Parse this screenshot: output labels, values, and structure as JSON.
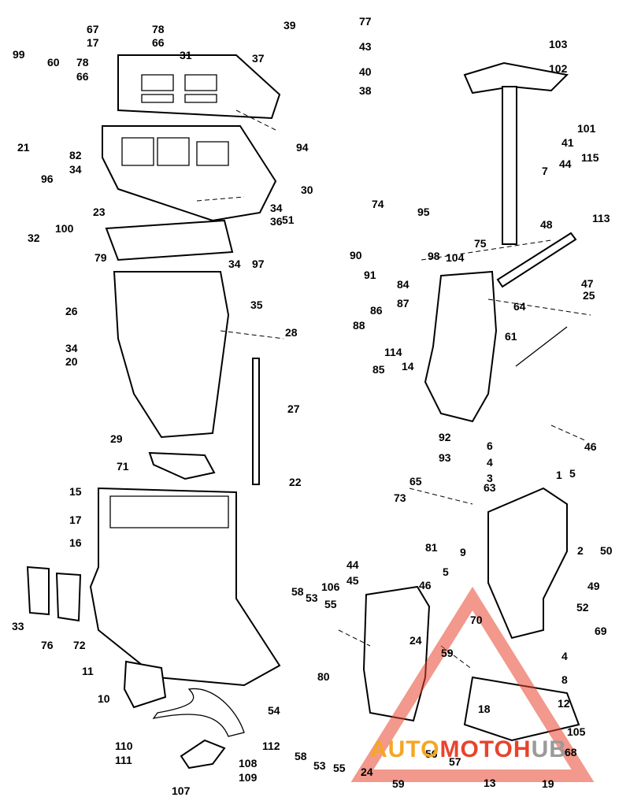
{
  "callouts": [
    "67",
    "78",
    "17",
    "66",
    "31",
    "78",
    "66",
    "99",
    "60",
    "21",
    "37",
    "39",
    "77",
    "43",
    "40",
    "38",
    "82",
    "34",
    "94",
    "96",
    "23",
    "30",
    "32",
    "100",
    "79",
    "34",
    "36",
    "51",
    "34",
    "97",
    "35",
    "26",
    "28",
    "34",
    "20",
    "27",
    "29",
    "71",
    "22",
    "15",
    "17",
    "16",
    "103",
    "102",
    "101",
    "41",
    "7",
    "44",
    "115",
    "113",
    "48",
    "74",
    "95",
    "90",
    "91",
    "75",
    "98",
    "104",
    "84",
    "87",
    "86",
    "88",
    "85",
    "114",
    "14",
    "64",
    "47",
    "25",
    "61",
    "92",
    "93",
    "6",
    "4",
    "3",
    "46",
    "5",
    "50",
    "65",
    "73",
    "81",
    "63",
    "1",
    "9",
    "2",
    "49",
    "52",
    "69",
    "44",
    "45",
    "46",
    "5",
    "106",
    "58",
    "53",
    "55",
    "70",
    "24",
    "59",
    "4",
    "8",
    "80",
    "12",
    "18",
    "105",
    "58",
    "53",
    "55",
    "24",
    "59",
    "56",
    "57",
    "68",
    "13",
    "19",
    "33",
    "76",
    "72",
    "11",
    "10",
    "54",
    "110",
    "111",
    "112",
    "108",
    "109",
    "107"
  ],
  "watermark": {
    "text": "AUTOMOTOHUB",
    "colors": {
      "orange": "#f5a623",
      "red": "#e8432e",
      "gray": "#9a9a9a"
    }
  }
}
